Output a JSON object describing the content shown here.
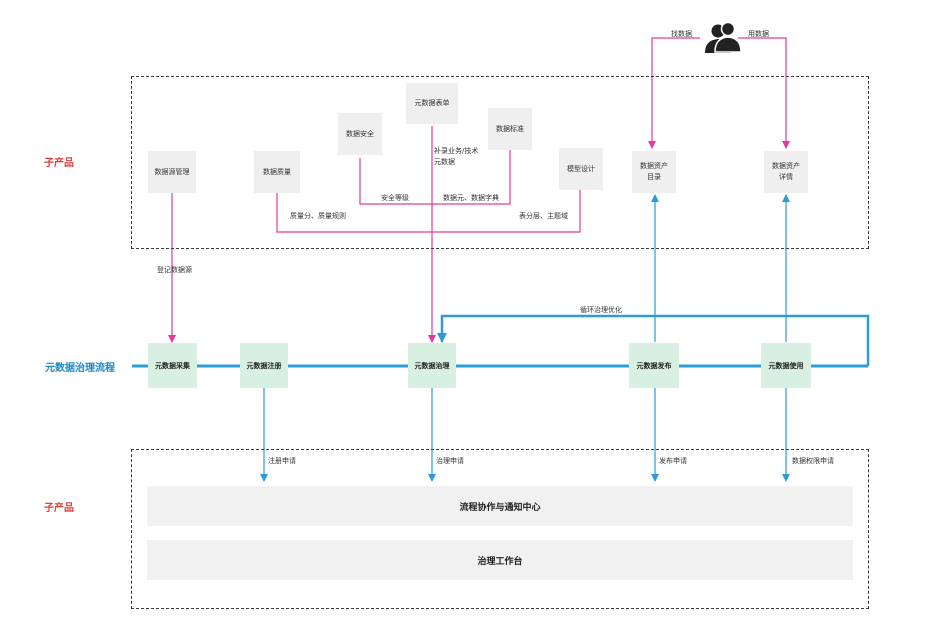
{
  "side_labels": {
    "top_product": "子产品",
    "flow": "元数据治理流程",
    "bottom_product": "子产品"
  },
  "user_actions": {
    "find": "找数据",
    "use": "用数据"
  },
  "top_nodes": {
    "source_mgmt": "数据源管理",
    "quality": "数据质量",
    "security": "数据安全",
    "metadata_form": "元数据表单",
    "standard": "数据标准",
    "model": "模型设计",
    "catalog": "数据资产\n目录",
    "detail": "数据资产\n详情"
  },
  "edge_labels": {
    "supplement": "补录业务/技术\n元数据",
    "security_level": "安全等级",
    "dictionary": "数据元、数据字典",
    "quality_score": "质量分、质量规则",
    "layering": "表分层、主题域",
    "register_source": "登记数据源",
    "loop": "循环治理优化"
  },
  "stages": {
    "collect": "元数据采集",
    "register": "元数据注册",
    "govern": "元数据治理",
    "publish": "元数据发布",
    "use": "元数据使用"
  },
  "requests": {
    "register": "注册申请",
    "govern": "治理申请",
    "publish": "发布申请",
    "permission": "数据权限申请"
  },
  "bottom_bars": {
    "collab": "流程协作与通知中心",
    "workbench": "治理工作台"
  },
  "colors": {
    "pink": "#e6399b",
    "blue": "#2d9bd6",
    "red_label": "#e53935",
    "stage_fill": "#d8f0e2",
    "node_fill": "#efefef"
  },
  "icons": {
    "users": "users-icon"
  }
}
